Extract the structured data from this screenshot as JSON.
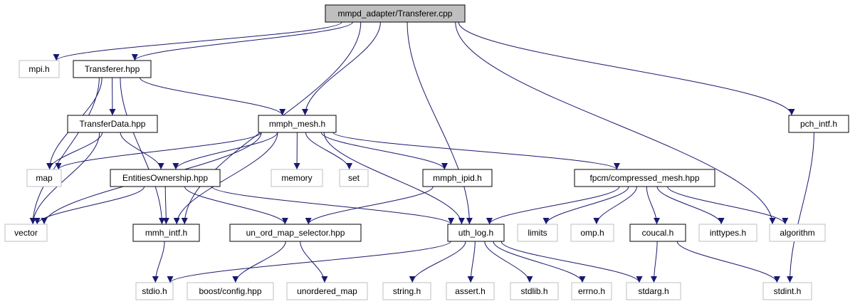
{
  "colors": {
    "edge": "#191970",
    "root_fill": "#bfbfbf",
    "root_border": "#000000",
    "documented_border": "#000000",
    "external_border": "#bfbfbf",
    "external_text": "#000000",
    "box_fill": "#ffffff"
  },
  "nodes": [
    {
      "id": "root",
      "label": "mmpd_adapter/Transferer.cpp",
      "kind": "root"
    },
    {
      "id": "mpi",
      "label": "mpi.h",
      "kind": "external"
    },
    {
      "id": "transferer_hpp",
      "label": "Transferer.hpp",
      "kind": "documented"
    },
    {
      "id": "mmph_mesh",
      "label": "mmph_mesh.h",
      "kind": "documented"
    },
    {
      "id": "pch_intf",
      "label": "pch_intf.h",
      "kind": "documented"
    },
    {
      "id": "transferdata",
      "label": "TransferData.hpp",
      "kind": "documented"
    },
    {
      "id": "map",
      "label": "map",
      "kind": "external"
    },
    {
      "id": "entities",
      "label": "EntitiesOwnership.hpp",
      "kind": "documented"
    },
    {
      "id": "memory",
      "label": "memory",
      "kind": "external"
    },
    {
      "id": "set",
      "label": "set",
      "kind": "external"
    },
    {
      "id": "mmph_ipid",
      "label": "mmph_ipid.h",
      "kind": "documented"
    },
    {
      "id": "fpcm",
      "label": "fpcm/compressed_mesh.hpp",
      "kind": "documented"
    },
    {
      "id": "vector",
      "label": "vector",
      "kind": "external"
    },
    {
      "id": "mmh_intf",
      "label": "mmh_intf.h",
      "kind": "documented"
    },
    {
      "id": "unord",
      "label": "un_ord_map_selector.hpp",
      "kind": "documented"
    },
    {
      "id": "uth_log",
      "label": "uth_log.h",
      "kind": "documented"
    },
    {
      "id": "limits",
      "label": "limits",
      "kind": "external"
    },
    {
      "id": "omp",
      "label": "omp.h",
      "kind": "external"
    },
    {
      "id": "coucal",
      "label": "coucal.h",
      "kind": "documented"
    },
    {
      "id": "inttypes",
      "label": "inttypes.h",
      "kind": "external"
    },
    {
      "id": "algorithm",
      "label": "algorithm",
      "kind": "external"
    },
    {
      "id": "stdio",
      "label": "stdio.h",
      "kind": "external"
    },
    {
      "id": "boostcfg",
      "label": "boost/config.hpp",
      "kind": "external"
    },
    {
      "id": "unordered_map",
      "label": "unordered_map",
      "kind": "external"
    },
    {
      "id": "string",
      "label": "string.h",
      "kind": "external"
    },
    {
      "id": "assert",
      "label": "assert.h",
      "kind": "external"
    },
    {
      "id": "stdlib",
      "label": "stdlib.h",
      "kind": "external"
    },
    {
      "id": "errno",
      "label": "errno.h",
      "kind": "external"
    },
    {
      "id": "stdarg",
      "label": "stdarg.h",
      "kind": "external"
    },
    {
      "id": "stdint",
      "label": "stdint.h",
      "kind": "external"
    }
  ],
  "edges": [
    [
      "root",
      "mpi"
    ],
    [
      "root",
      "transferer_hpp"
    ],
    [
      "root",
      "mmph_mesh"
    ],
    [
      "root",
      "mmh_intf"
    ],
    [
      "root",
      "uth_log"
    ],
    [
      "root",
      "algorithm"
    ],
    [
      "root",
      "pch_intf"
    ],
    [
      "transferer_hpp",
      "transferdata"
    ],
    [
      "transferer_hpp",
      "mmph_mesh"
    ],
    [
      "transferer_hpp",
      "map"
    ],
    [
      "transferer_hpp",
      "vector"
    ],
    [
      "transferer_hpp",
      "mmh_intf"
    ],
    [
      "transferdata",
      "map"
    ],
    [
      "transferdata",
      "entities"
    ],
    [
      "transferdata",
      "vector"
    ],
    [
      "mmph_mesh",
      "map"
    ],
    [
      "mmph_mesh",
      "entities"
    ],
    [
      "mmph_mesh",
      "memory"
    ],
    [
      "mmph_mesh",
      "set"
    ],
    [
      "mmph_mesh",
      "mmph_ipid"
    ],
    [
      "mmph_mesh",
      "fpcm"
    ],
    [
      "mmph_mesh",
      "vector"
    ],
    [
      "mmph_mesh",
      "mmh_intf"
    ],
    [
      "mmph_mesh",
      "uth_log"
    ],
    [
      "entities",
      "vector"
    ],
    [
      "entities",
      "mmh_intf"
    ],
    [
      "entities",
      "unord"
    ],
    [
      "entities",
      "uth_log"
    ],
    [
      "mmph_ipid",
      "unord"
    ],
    [
      "fpcm",
      "uth_log"
    ],
    [
      "fpcm",
      "limits"
    ],
    [
      "fpcm",
      "omp"
    ],
    [
      "fpcm",
      "coucal"
    ],
    [
      "fpcm",
      "inttypes"
    ],
    [
      "fpcm",
      "algorithm"
    ],
    [
      "pch_intf",
      "stdint"
    ],
    [
      "mmh_intf",
      "stdio"
    ],
    [
      "unord",
      "boostcfg"
    ],
    [
      "unord",
      "unordered_map"
    ],
    [
      "uth_log",
      "stdio"
    ],
    [
      "uth_log",
      "string"
    ],
    [
      "uth_log",
      "assert"
    ],
    [
      "uth_log",
      "stdlib"
    ],
    [
      "uth_log",
      "errno"
    ],
    [
      "uth_log",
      "stdarg"
    ],
    [
      "coucal",
      "stdarg"
    ],
    [
      "coucal",
      "stdint"
    ]
  ]
}
